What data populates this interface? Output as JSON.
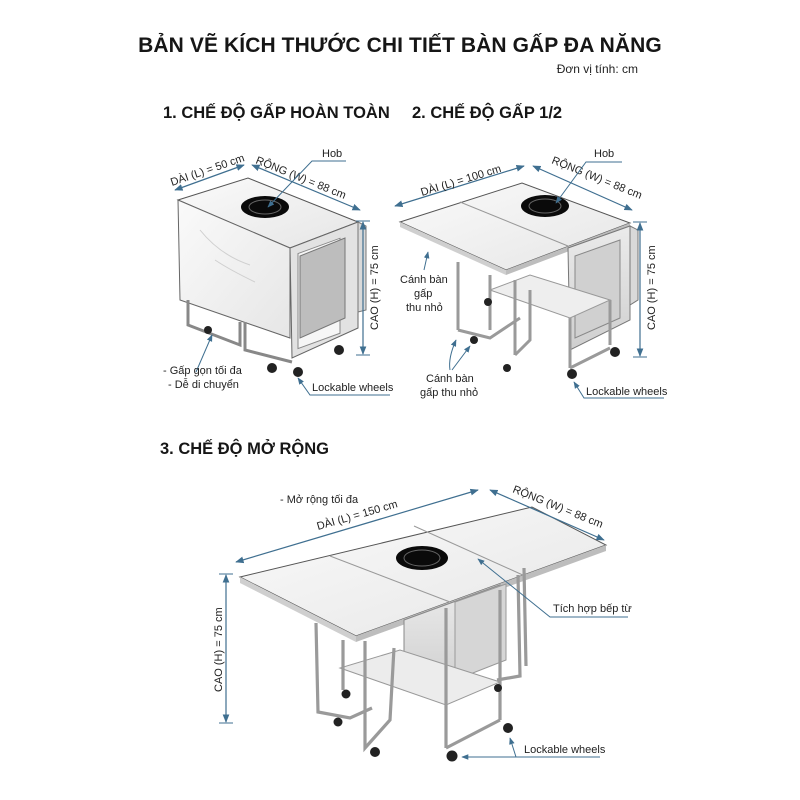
{
  "title": "BẢN VẼ KÍCH THƯỚC CHI TIẾT BÀN GẤP ĐA NĂNG",
  "unit_note": "Đơn vị tính: cm",
  "colors": {
    "dimension_line": "#3f6f90",
    "text": "#1a1a1a",
    "tabletop": "#f1f1f1",
    "frame": "#d6d6d6",
    "hob": "#0a0a0a"
  },
  "sections": [
    {
      "id": "fully-folded",
      "heading": "1. CHẾ ĐỘ GẤP HOÀN TOÀN",
      "dimensions": {
        "length": "DÀI (L) = 50 cm",
        "width": "RỘNG (W) = 88 cm",
        "height": "CAO (H) = 75 cm"
      },
      "callouts": {
        "hob": "Hob",
        "features": [
          "- Gấp gọn tối đa",
          "- Dễ di chuyển"
        ],
        "wheels": "Lockable wheels"
      }
    },
    {
      "id": "half-folded",
      "heading": "2. CHẾ ĐỘ GẤP 1/2",
      "dimensions": {
        "length": "DÀI (L) = 100 cm",
        "width": "RỘNG (W) = 88 cm",
        "height": "CAO (H) = 75 cm"
      },
      "callouts": {
        "hob": "Hob",
        "wing_top": [
          "Cánh bàn",
          "gấp",
          "thu nhỏ"
        ],
        "wing_bottom": [
          "Cánh bàn",
          "gấp thu nhỏ"
        ],
        "wheels": "Lockable wheels"
      }
    },
    {
      "id": "expanded",
      "heading": "3. CHẾ ĐỘ MỞ RỘNG",
      "dimensions": {
        "length": "DÀI (L) = 150 cm",
        "width": "RỘNG (W) = 88 cm",
        "height": "CAO (H) = 75 cm"
      },
      "callouts": {
        "feature": "- Mở rộng tối đa",
        "induction": "Tích hợp bếp từ",
        "wheels": "Lockable wheels"
      }
    }
  ]
}
